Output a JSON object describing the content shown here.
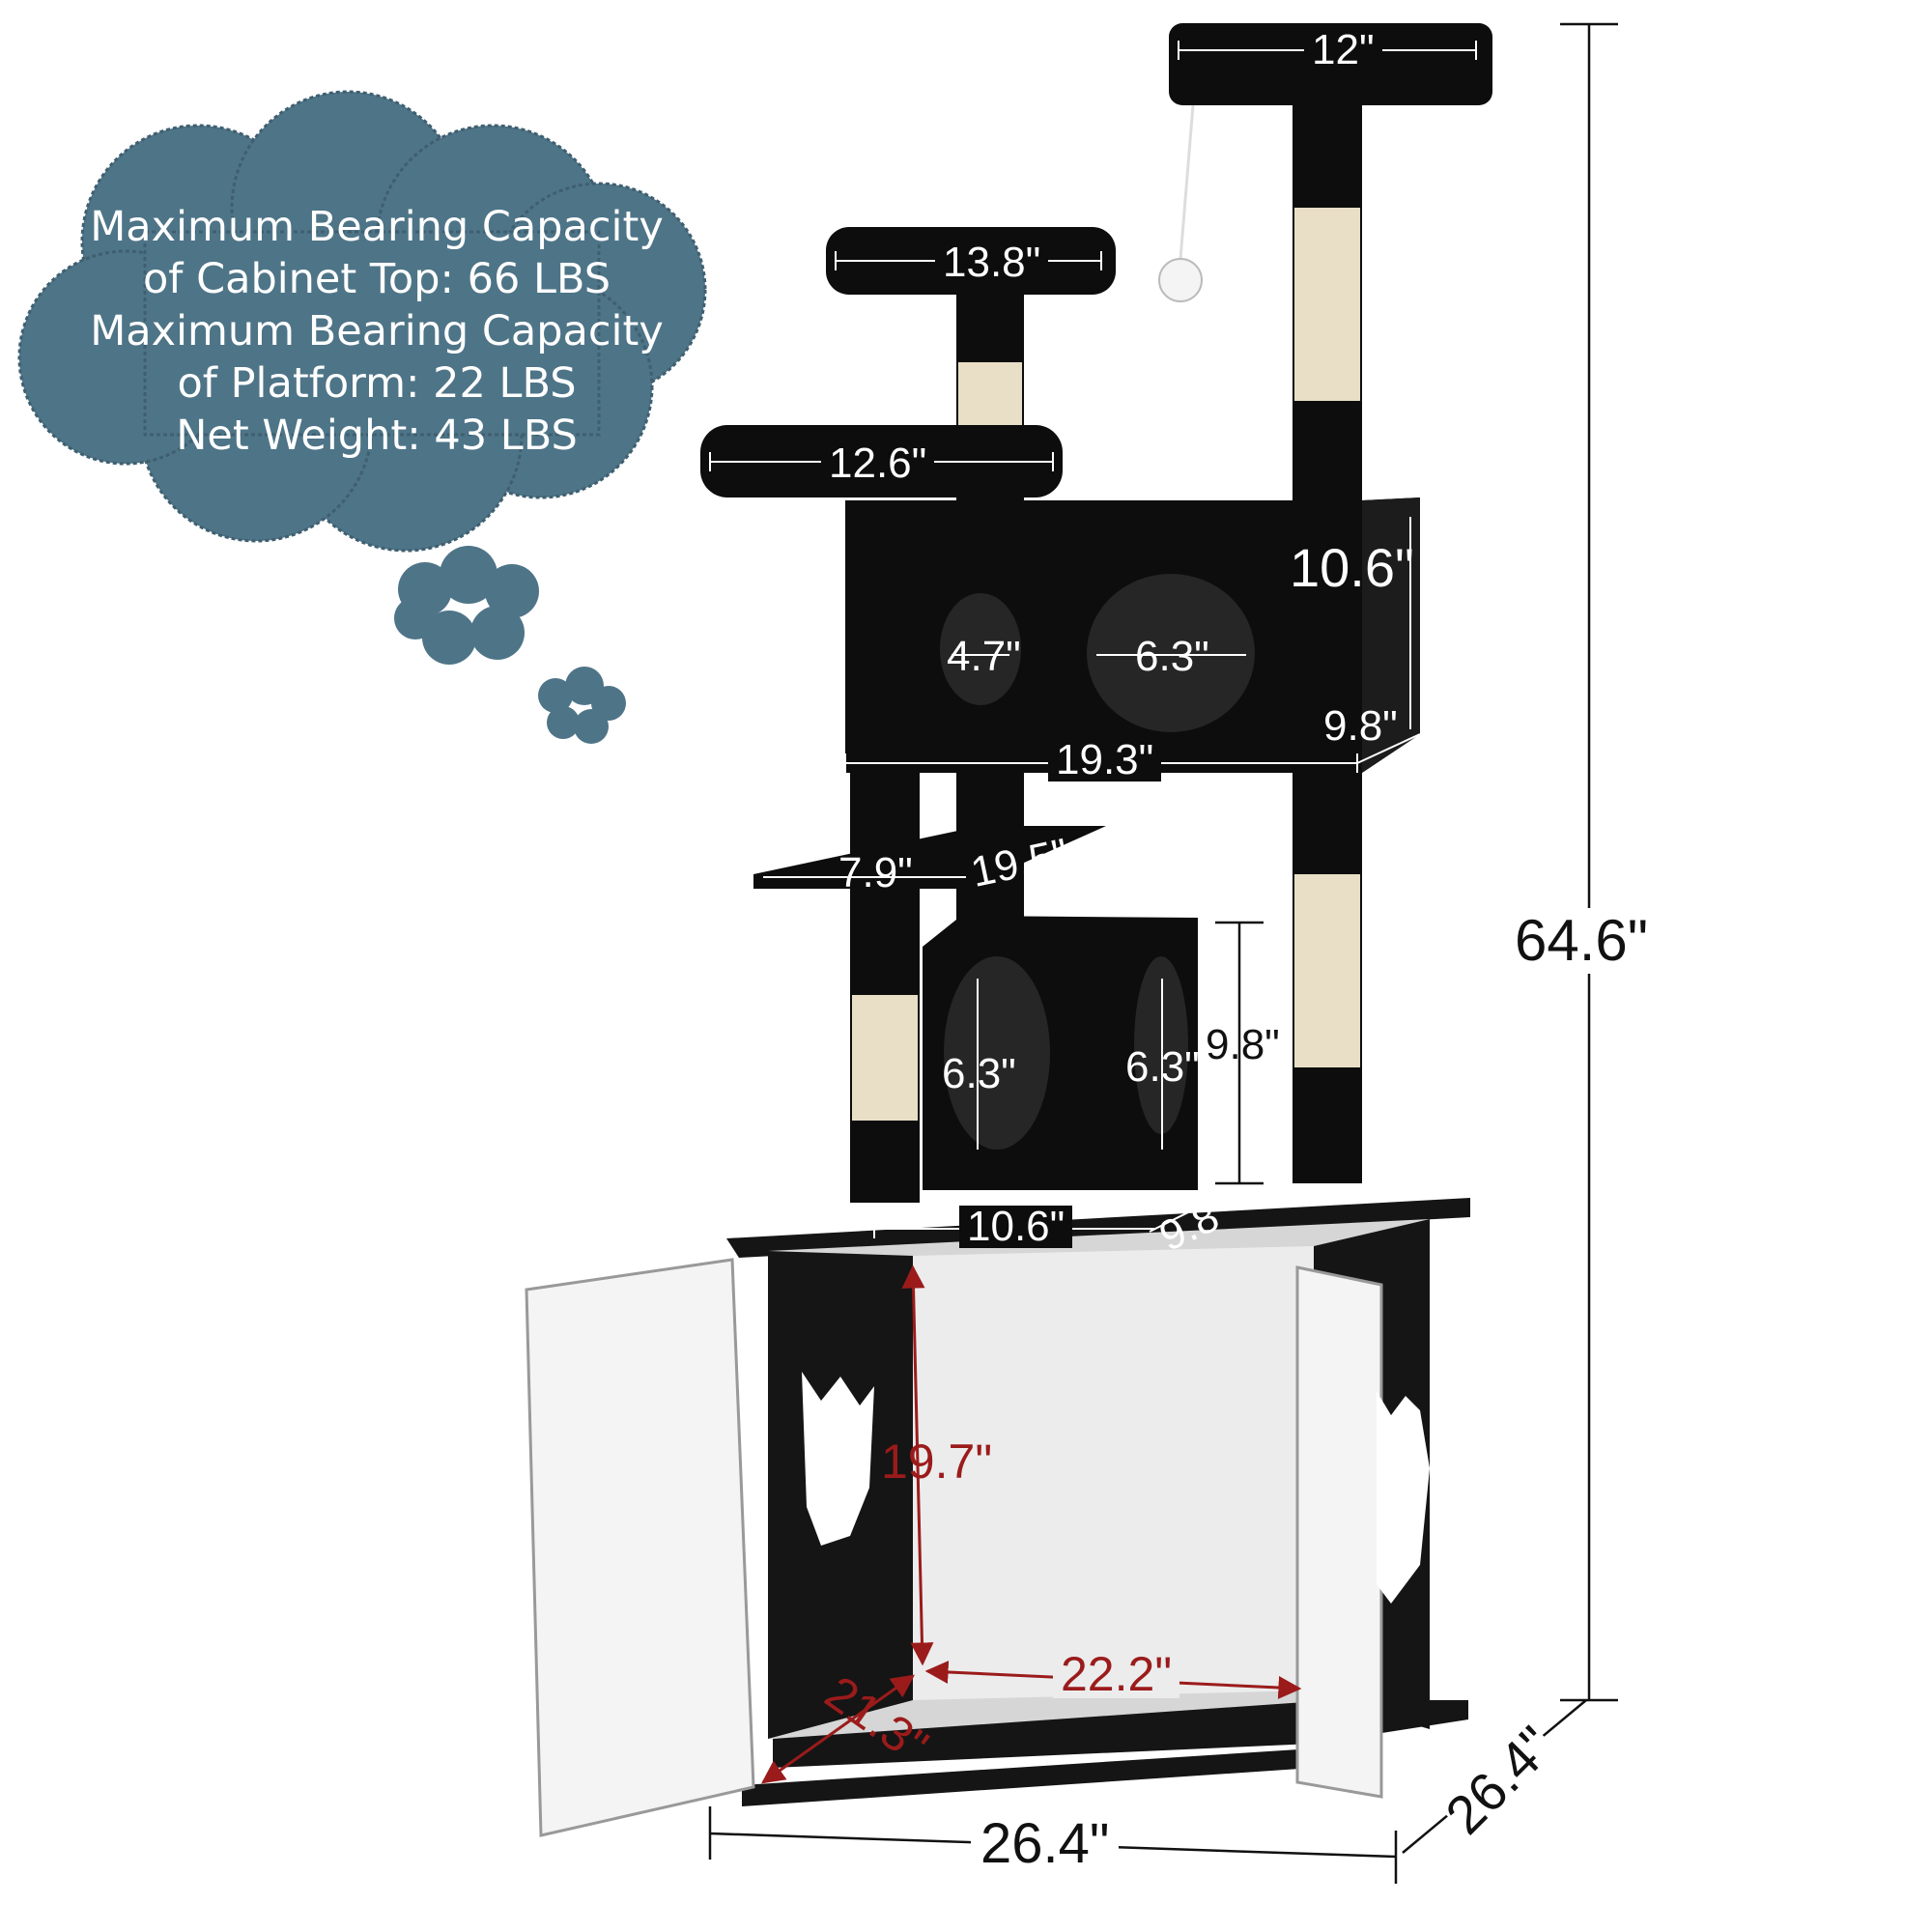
{
  "colors": {
    "cloud": "#4e7487",
    "plush": "#0d0d0d",
    "sisal": "#e9dfc6",
    "cabinet_wood": "#151515",
    "cabinet_panel": "#f2f2f2",
    "red_dimension": "#9b1b1b",
    "text_on_cloud": "#ffffff"
  },
  "capacity": {
    "line1": "Maximum Bearing Capacity",
    "line2": "of Cabinet Top: 66 LBS",
    "line3": "Maximum Bearing Capacity",
    "line4": "of Platform: 22 LBS",
    "line5": "Net Weight: 43 LBS"
  },
  "dimensions": {
    "top_perch": "12\"",
    "mid_perch": "13.8\"",
    "low_perch": "12.6\"",
    "condo_height": "10.6\"",
    "condo_small_hole": "4.7\"",
    "condo_big_hole": "6.3\"",
    "condo_depth": "9.8\"",
    "condo_width": "19.3\"",
    "step_width": "7.9\"",
    "step_length": "19.5\"",
    "cube_height": "9.8\"",
    "cube_front_hole": "6.3\"",
    "cube_side_hole": "6.3\"",
    "cube_width": "10.6\"",
    "cube_depth": "9.8\"",
    "total_height": "64.6\"",
    "cabinet_inner_height": "19.7\"",
    "cabinet_inner_width": "22.2\"",
    "cabinet_inner_depth": "21.3\"",
    "cabinet_width": "26.4\"",
    "cabinet_depth": "26.4\""
  }
}
